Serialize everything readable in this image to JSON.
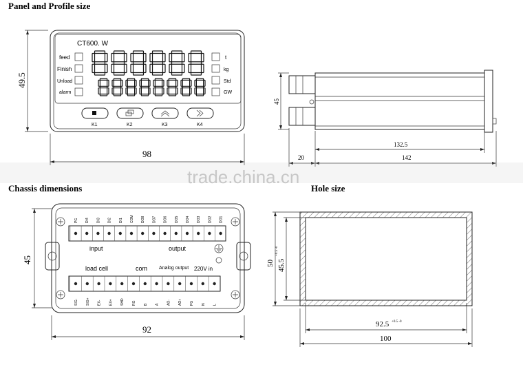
{
  "titles": {
    "panel_profile": "Panel and Profile size",
    "chassis": "Chassis dimensions",
    "hole": "Hole size"
  },
  "front_panel": {
    "model": "CT600. W",
    "left_labels": [
      "feed",
      "Finish",
      "Unload",
      "alarm"
    ],
    "right_labels": [
      "t",
      "kg",
      "Std",
      "GW"
    ],
    "keys": [
      "K1",
      "K2",
      "K3",
      "K4"
    ],
    "width": "98",
    "height": "49.5"
  },
  "profile": {
    "height": "45",
    "depth_inner": "132.5",
    "depth_total": "142",
    "front_depth": "20"
  },
  "chassis": {
    "top_pins": [
      "PG",
      "DI4",
      "DI3",
      "DI2",
      "DI1",
      "COM",
      "DO8",
      "DO7",
      "DO6",
      "DO5",
      "DO4",
      "DO3",
      "DO2",
      "DO1"
    ],
    "bottom_pins": [
      "SIG-",
      "SIG+",
      "EX-",
      "EX+",
      "SHD",
      "RG",
      "B",
      "A",
      "AO-",
      "AO+",
      "PG",
      "N",
      "L"
    ],
    "label_input": "input",
    "label_output": "output",
    "label_load_cell": "load cell",
    "label_com": "com",
    "label_analog": "Analog output",
    "label_power": "220V in",
    "width": "92",
    "height": "45"
  },
  "hole": {
    "outer_width": "100",
    "inner_width": "92.5",
    "inner_width_tol": "+0.5 -0",
    "outer_height": "50",
    "inner_height": "45.5",
    "inner_height_tol": "+0.5 -0"
  },
  "watermark": "trade.china.cn"
}
